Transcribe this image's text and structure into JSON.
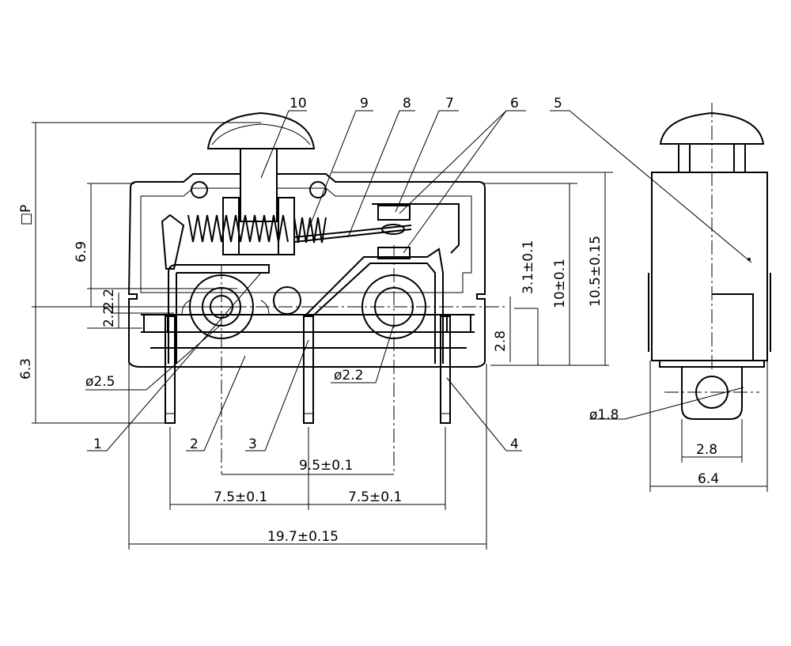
{
  "callouts": [
    "1",
    "2",
    "3",
    "4",
    "5",
    "6",
    "7",
    "8",
    "9",
    "10"
  ],
  "dims": {
    "p_height": "□P",
    "d69": "6.9",
    "d22a": "2.2",
    "d22b": "2.2",
    "d63": "6.3",
    "d_hole_25": "ø2.5",
    "d_hole_22": "ø2.2",
    "d31": "3.1±0.1",
    "d10": "10±0.1",
    "d105": "10.5±0.15",
    "d28": "2.8",
    "d95": "9.5±0.1",
    "d75a": "7.5±0.1",
    "d75b": "7.5±0.1",
    "d197": "19.7±0.15",
    "d_hole_18": "ø1.8",
    "d28_side": "2.8",
    "d64": "6.4"
  }
}
